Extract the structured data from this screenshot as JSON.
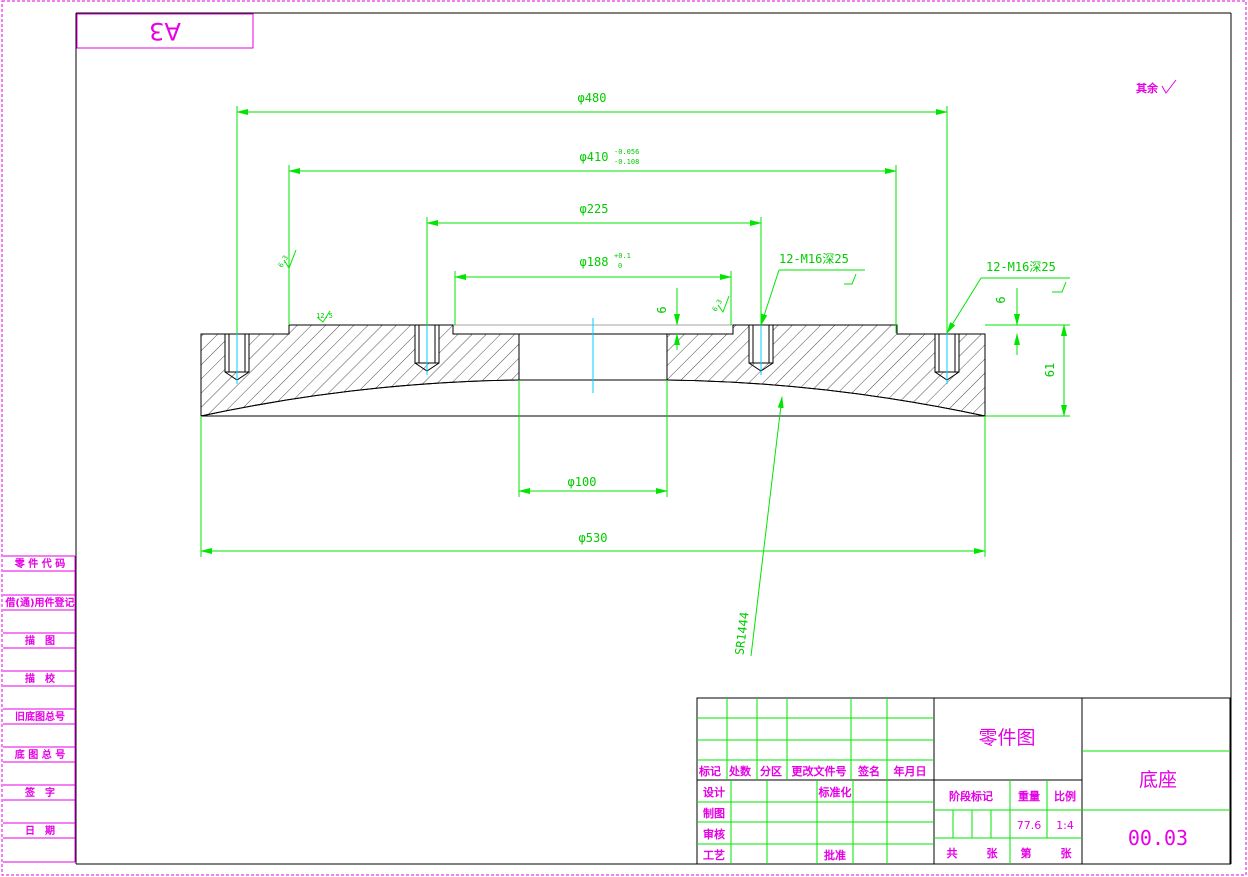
{
  "sheet": {
    "format_label": "A3",
    "surface_note": "其余",
    "colors": {
      "dimension": "#00e600",
      "frame": "#e600e6",
      "outline": "#000000",
      "centerline": "#00cfff"
    }
  },
  "dimensions": {
    "d480": "φ480",
    "d410": "φ410",
    "d410_tol_upper": "-0.056",
    "d410_tol_lower": "-0.108",
    "d225": "φ225",
    "d188": "φ188",
    "d188_tol_upper": "+0.1",
    "d188_tol_lower": "0",
    "d100": "φ100",
    "d530": "φ530",
    "thread_left": "12-M16深25",
    "thread_right": "12-M16深25",
    "depth_6a": "6",
    "depth_6b": "6",
    "height_61": "61",
    "sphere_radius": "SR1444",
    "roughness_a": "6.3",
    "roughness_b": "12.5",
    "roughness_c": "6.3"
  },
  "side_table": {
    "rows": [
      "零 件 代 码",
      "借(通)用件登记",
      "描　图",
      "描　校",
      "旧底图总号",
      "底 图 总 号",
      "签　字",
      "日　期"
    ]
  },
  "title_block": {
    "revision_headers": [
      "标记",
      "处数",
      "分区",
      "更改文件号",
      "签名",
      "年月日"
    ],
    "left_labels": {
      "design": "设计",
      "drawing": "制图",
      "review": "审核",
      "process": "工艺",
      "standard": "标准化",
      "approve": "批准"
    },
    "drawing_type": "零件图",
    "stage_label": "阶段标记",
    "weight_label": "重量",
    "scale_label": "比例",
    "weight_value": "77.6",
    "scale_value": "1:4",
    "total_label": "共",
    "sheets_label": "张",
    "sheet_num_label": "第",
    "sheet_num_unit": "张",
    "part_name": "底座",
    "drawing_number": "00.03"
  }
}
